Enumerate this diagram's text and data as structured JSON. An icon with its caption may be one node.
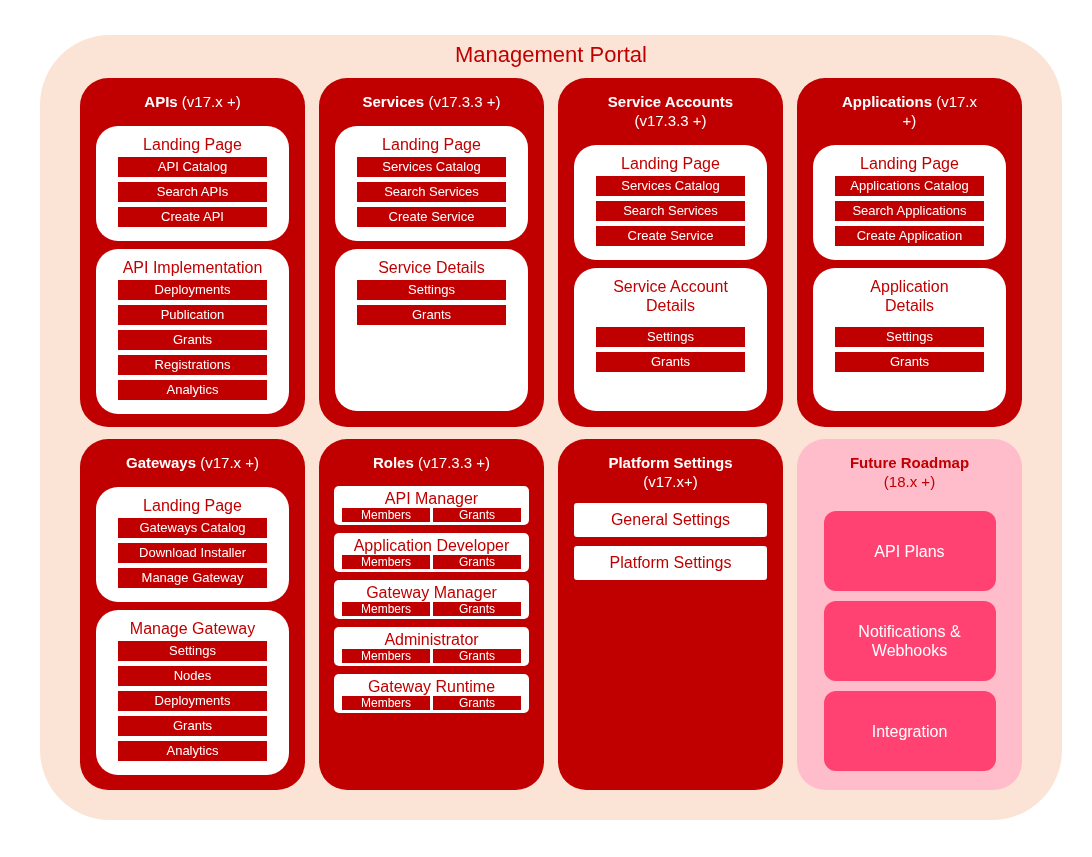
{
  "diagram": {
    "nodes": [
      {
        "text": [
          "Management Portal"
        ]
      },
      {
        "text": [
          "**APIs** (v17.x +)"
        ],
        "in": 0
      },
      {
        "text": [
          "Landing Page"
        ],
        "in": 1
      },
      {
        "text": [
          "API Catalog"
        ],
        "in": 2
      },
      {
        "text": [
          "Search APIs"
        ],
        "in": 2
      },
      {
        "text": [
          "Create API"
        ],
        "in": 2
      },
      {
        "text": [
          "API Implementation"
        ],
        "in": 1
      },
      {
        "text": [
          "Deployments"
        ],
        "in": 6
      },
      {
        "text": [
          "Publication"
        ],
        "in": 6
      },
      {
        "text": [
          "Grants"
        ],
        "in": 6
      },
      {
        "text": [
          "Registrations"
        ],
        "in": 6
      },
      {
        "text": [
          "Analytics"
        ],
        "in": 6
      },
      {
        "text": [
          "**Services** (v17.3.3 +)"
        ],
        "in": 0
      },
      {
        "text": [
          "Landing Page"
        ],
        "in": 12
      },
      {
        "text": [
          "Services Catalog"
        ],
        "in": 13
      },
      {
        "text": [
          "Search Services"
        ],
        "in": 13
      },
      {
        "text": [
          "Create Service"
        ],
        "in": 13
      },
      {
        "text": [
          "Service Details"
        ],
        "in": 12
      },
      {
        "text": [
          "Settings"
        ],
        "in": 17
      },
      {
        "text": [
          "Grants"
        ],
        "in": 17
      },
      {
        "text": [
          "**Service Accounts** (v17.3.3 +)"
        ],
        "in": 0
      },
      {
        "text": [
          "Landing Page"
        ],
        "in": 20
      },
      {
        "text": [
          "Services Catalog"
        ],
        "in": 21
      },
      {
        "text": [
          "Search Services"
        ],
        "in": 21
      },
      {
        "text": [
          "Create Service"
        ],
        "in": 21
      },
      {
        "text": [
          "Service Account Details"
        ],
        "in": 20
      },
      {
        "text": [
          "Settings"
        ],
        "in": 25
      },
      {
        "text": [
          "Grants"
        ],
        "in": 25
      },
      {
        "text": [
          "**Applications** (v17.x +)"
        ],
        "in": 0
      },
      {
        "text": [
          "Landing Page"
        ],
        "in": 28
      },
      {
        "text": [
          "Applications Catalog"
        ],
        "in": 29
      },
      {
        "text": [
          "Search Applications"
        ],
        "in": 29
      },
      {
        "text": [
          "Create Application"
        ],
        "in": 29
      },
      {
        "text": [
          "Application Details"
        ],
        "in": 28
      },
      {
        "text": [
          "Settings"
        ],
        "in": 33
      },
      {
        "text": [
          "Grants"
        ],
        "in": 33
      },
      {
        "text": [
          "**Gateways** (v17.x +)"
        ],
        "in": 0
      },
      {
        "text": [
          "Landing Page"
        ],
        "in": 36
      },
      {
        "text": [
          "Gateways Catalog"
        ],
        "in": 37
      },
      {
        "text": [
          "Download Installer"
        ],
        "in": 37
      },
      {
        "text": [
          "Manage Gateway"
        ],
        "in": 37
      },
      {
        "text": [
          "Manage Gateway"
        ],
        "in": 36
      },
      {
        "text": [
          "Settings"
        ],
        "in": 41
      },
      {
        "text": [
          "Nodes"
        ],
        "in": 41
      },
      {
        "text": [
          "Deployments"
        ],
        "in": 41
      },
      {
        "text": [
          "Grants"
        ],
        "in": 41
      },
      {
        "text": [
          "Analytics"
        ],
        "in": 41
      },
      {
        "text": [
          "**Roles** (v17.3.3 +)"
        ],
        "in": 0
      },
      {
        "text": [
          "API Manager"
        ],
        "in": 47
      },
      {
        "text": [
          "Members"
        ],
        "in": 48
      },
      {
        "text": [
          "Grants"
        ],
        "in": 48
      },
      {
        "text": [
          "Application Developer"
        ],
        "in": 47
      },
      {
        "text": [
          "Members"
        ],
        "in": 51
      },
      {
        "text": [
          "Grants"
        ],
        "in": 51
      },
      {
        "text": [
          "Gateway Manager"
        ],
        "in": 47
      },
      {
        "text": [
          "Members"
        ],
        "in": 54
      },
      {
        "text": [
          "Grants"
        ],
        "in": 54
      },
      {
        "text": [
          "Administrator"
        ],
        "in": 47
      },
      {
        "text": [
          "Members"
        ],
        "in": 57
      },
      {
        "text": [
          "Grants"
        ],
        "in": 57
      },
      {
        "text": [
          "Gateway Runtime"
        ],
        "in": 47
      },
      {
        "text": [
          "Members"
        ],
        "in": 60
      },
      {
        "text": [
          "Grants"
        ],
        "in": 60
      },
      {
        "text": [
          "**Platform Settings** (v17.x+)"
        ],
        "in": 0
      },
      {
        "text": [
          "General Settings"
        ],
        "in": 63
      },
      {
        "text": [
          "Platform Settings"
        ],
        "in": 63
      },
      {
        "text": [
          "**Future Roadmap** (18.x +)"
        ],
        "in": 0
      },
      {
        "text": [
          "API Plans"
        ],
        "in": 66
      },
      {
        "text": [
          "Notifications & Webhooks"
        ],
        "in": 66
      },
      {
        "text": [
          "Integration"
        ],
        "in": 66
      }
    ]
  }
}
